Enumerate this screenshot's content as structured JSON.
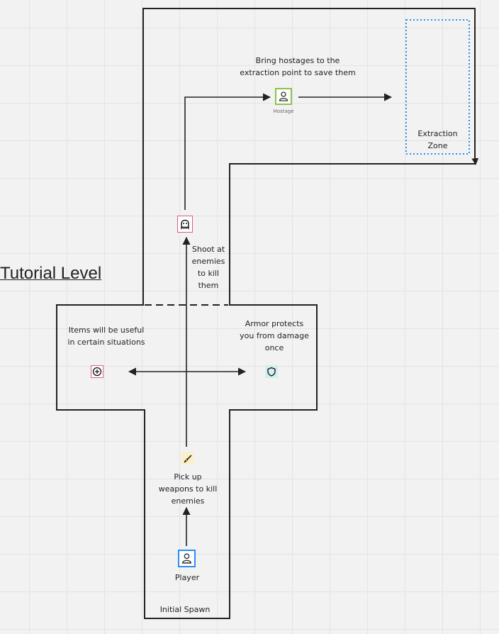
{
  "title": "Tutorial Level",
  "labels": {
    "hostage_caption": "Bring hostages to the\nextraction point to save them",
    "hostage_icon_label": "Hostage",
    "extraction_zone": "Extraction\nZone",
    "enemy_caption": "Shoot at\nenemies\nto kill\nthem",
    "items_caption": "Items will be useful\nin certain situations",
    "armor_caption": "Armor protects\nyou from damage\nonce",
    "weapon_caption": "Pick up\nweapons to kill\nenemies",
    "player": "Player",
    "spawn": "Initial Spawn"
  },
  "icons": {
    "hostage": "person-icon",
    "enemy": "ghost-icon",
    "item": "plus-circle-icon",
    "armor": "shield-icon",
    "weapon": "sword-icon",
    "player": "person-icon"
  },
  "colors": {
    "hostage_border": "#8bc34a",
    "player_border": "#2a8ff0",
    "extraction_border": "#2a8ff0",
    "enemy_border": "#e05a7a",
    "item_border": "#e05a9a",
    "armor_fill": "#d3eef0",
    "weapon_fill": "#fbf0c8"
  }
}
